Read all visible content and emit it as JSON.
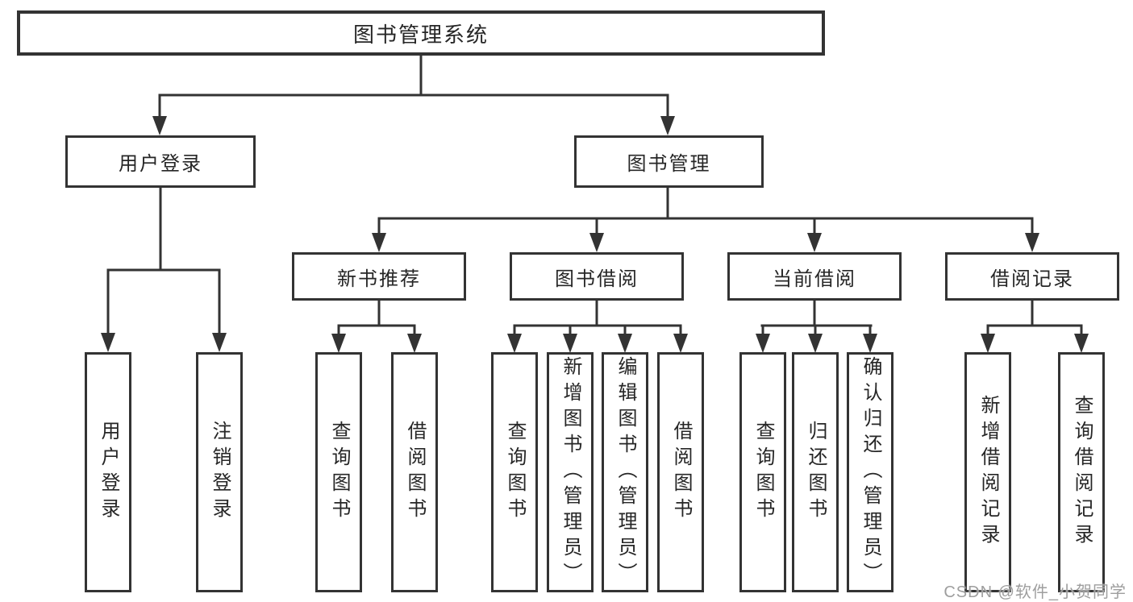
{
  "diagram_title": "图书管理系统",
  "tree": {
    "label": "图书管理系统",
    "children": [
      {
        "label": "用户登录",
        "children": [
          {
            "label": "用户登录"
          },
          {
            "label": "注销登录"
          }
        ]
      },
      {
        "label": "图书管理",
        "children": [
          {
            "label": "新书推荐",
            "children": [
              {
                "label": "查询图书"
              },
              {
                "label": "借阅图书"
              }
            ]
          },
          {
            "label": "图书借阅",
            "children": [
              {
                "label": "查询图书"
              },
              {
                "label": "新增图书（管理员）"
              },
              {
                "label": "编辑图书（管理员）"
              },
              {
                "label": "借阅图书"
              }
            ]
          },
          {
            "label": "当前借阅",
            "children": [
              {
                "label": "查询图书"
              },
              {
                "label": "归还图书"
              },
              {
                "label": "确认归还（管理员）"
              }
            ]
          },
          {
            "label": "借阅记录",
            "children": [
              {
                "label": "新增借阅记录"
              },
              {
                "label": "查询借阅记录"
              }
            ]
          }
        ]
      }
    ]
  },
  "watermark": {
    "text": "CSDN @软件_小贺同学",
    "color": "#9e9e9e"
  },
  "colors": {
    "line": "#333333",
    "text": "#262626",
    "background": "#ffffff"
  }
}
